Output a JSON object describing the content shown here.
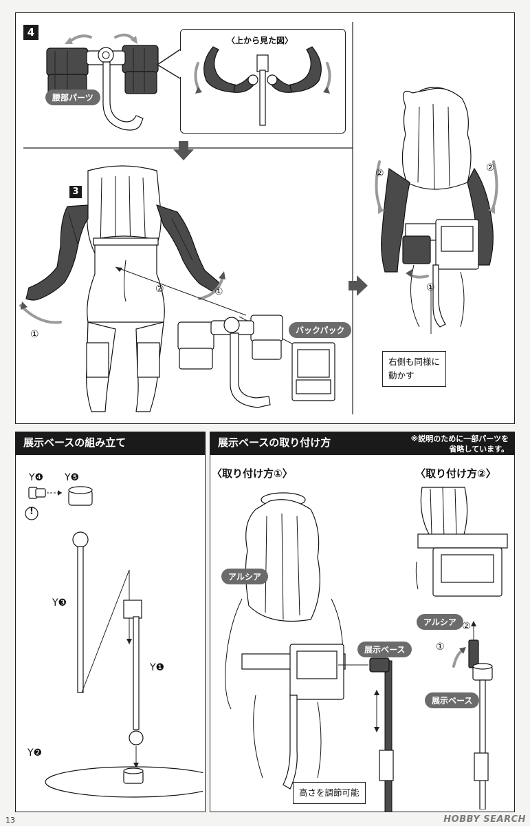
{
  "top": {
    "step4": "4",
    "step3": "3",
    "waist_label": "腰部パーツ",
    "top_view_caption": "〈上から見た図〉",
    "backpack_label": "バックパック",
    "circle_1": "①",
    "circle_2": "②",
    "right_side_note_line1": "右側も同様に",
    "right_side_note_line2": "動かす"
  },
  "bottom_left": {
    "title": "展示ベースの組み立て",
    "parts": {
      "y4": "Y❹",
      "y5": "Y❺",
      "y3": "Y❸",
      "y1": "Y❶",
      "y2": "Y❷"
    },
    "caution": "!"
  },
  "bottom_right": {
    "title": "展示ベースの取り付け方",
    "note_line1": "※説明のために一部パーツを",
    "note_line2": "省略しています。",
    "method1": "〈取り付け方①〉",
    "method2": "〈取り付け方②〉",
    "arsia": "アルシア",
    "base": "展示ベース",
    "height": "高さを調節可能",
    "circle_1": "①",
    "circle_2": "②"
  },
  "footer": {
    "page_number": "13",
    "watermark": "HOBBY SEARCH"
  },
  "colors": {
    "dark_part": "#4a4a4a",
    "header_bg": "#1a1a1a",
    "arrow_grey": "#9a9a9a",
    "pill_bg": "#6b6b6b"
  }
}
